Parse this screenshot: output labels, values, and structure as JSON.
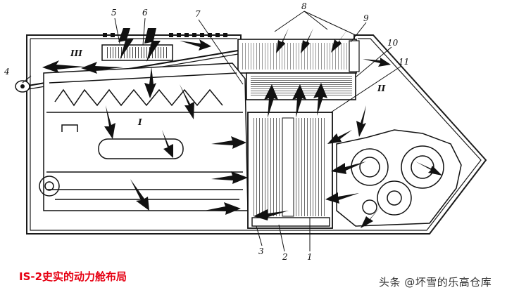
{
  "caption": "IS-2史实的动力舱布局",
  "watermark": "头条 @坏雪的乐高仓库",
  "callouts": [
    "1",
    "2",
    "3",
    "4",
    "5",
    "6",
    "7",
    "8",
    "9",
    "10",
    "11"
  ],
  "zone_labels": [
    "I",
    "II",
    "III"
  ],
  "colors": {
    "line": "#1a1a1a",
    "caption": "#e60012",
    "background": "#ffffff"
  }
}
